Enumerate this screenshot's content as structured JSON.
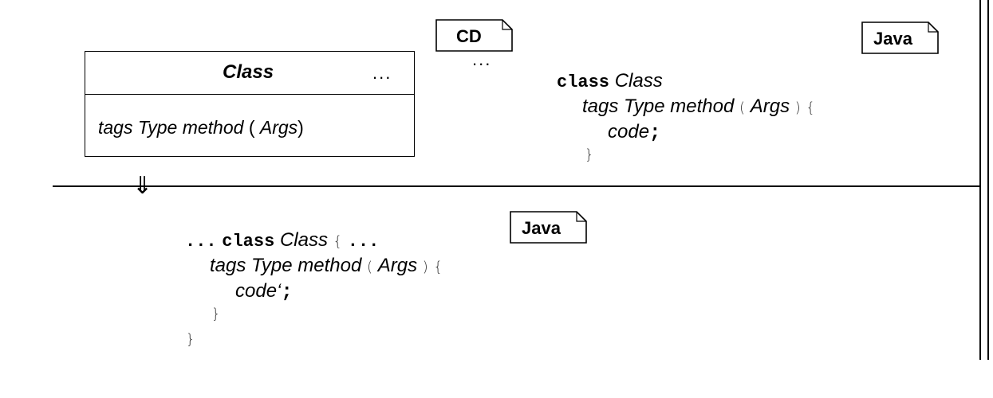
{
  "class_box": {
    "class_name": "Class",
    "ellipsis": "...",
    "method_tags": "tags",
    "method_type": "Type",
    "method_name": "method",
    "method_open_paren": "(",
    "method_args": "Args",
    "method_close_paren": ")"
  },
  "cd_tag": {
    "label": "CD",
    "ellipsis": "..."
  },
  "java_tag_top": {
    "label": "Java"
  },
  "java_tag_bottom": {
    "label": "Java"
  },
  "top_code": {
    "class_keyword": "class",
    "class_name": "Class",
    "tags": "tags",
    "type": "Type",
    "method": "method",
    "open_paren": "(",
    "args": "Args",
    "close_paren": ")",
    "open_brace": "{",
    "code": "code",
    "semicolon": ";",
    "close_brace": "}"
  },
  "arrow": {
    "symbol": "⇓"
  },
  "bottom_code": {
    "leading_ellipsis": "...",
    "class_keyword": "class",
    "class_name": "Class",
    "class_open_brace": "{",
    "trailing_ellipsis": "...",
    "tags": "tags",
    "type": "Type",
    "method": "method",
    "open_paren": "(",
    "args": "Args",
    "close_paren": ")",
    "method_open_brace": "{",
    "code": "code‘",
    "semicolon": ";",
    "method_close_brace": "}",
    "class_close_brace": "}"
  }
}
